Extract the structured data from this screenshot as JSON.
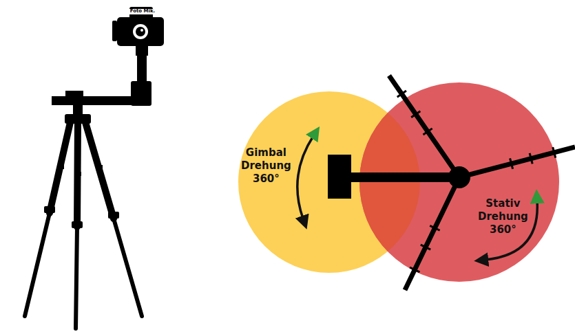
{
  "diagram": {
    "nodes": [
      {
        "text": [
          "Gimbal Drehung 360°"
        ]
      },
      {
        "text": [
          "Stativ Drehung 360°"
        ]
      }
    ],
    "labels": [
      "Foto Mik."
    ]
  }
}
